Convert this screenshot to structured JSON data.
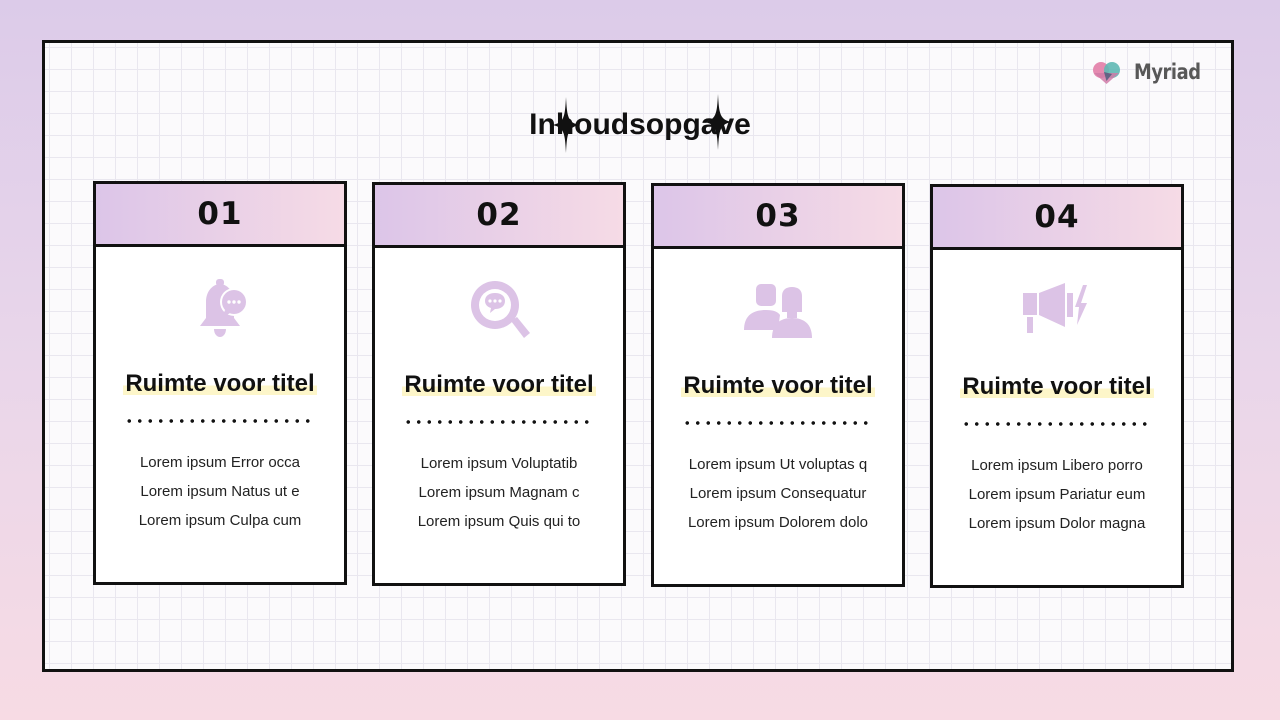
{
  "logo": {
    "text": "Myriad"
  },
  "title": "Inhoudsopgave",
  "cards": [
    {
      "number": "01",
      "icon": "bell-chat-icon",
      "title": "Ruimte voor titel",
      "lines": [
        "Lorem ipsum Error occa",
        "Lorem ipsum Natus ut e",
        "Lorem ipsum Culpa cum"
      ]
    },
    {
      "number": "02",
      "icon": "search-chat-icon",
      "title": "Ruimte voor titel",
      "lines": [
        "Lorem ipsum Voluptatib",
        "Lorem ipsum Magnam c",
        "Lorem ipsum Quis qui to"
      ]
    },
    {
      "number": "03",
      "icon": "users-icon",
      "title": "Ruimte voor titel",
      "lines": [
        "Lorem ipsum Ut voluptas q",
        "Lorem ipsum Consequatur",
        "Lorem ipsum Dolorem dolo"
      ]
    },
    {
      "number": "04",
      "icon": "megaphone-icon",
      "title": "Ruimte voor titel",
      "lines": [
        "Lorem ipsum Libero porro",
        "Lorem ipsum Pariatur eum",
        "Lorem ipsum Dolor magna"
      ]
    }
  ],
  "colors": {
    "accent_purple": "#dcc5e8",
    "accent_pink": "#f6dbe6",
    "icon_color": "#dcc3e6",
    "highlight": "#fdf6c9"
  }
}
